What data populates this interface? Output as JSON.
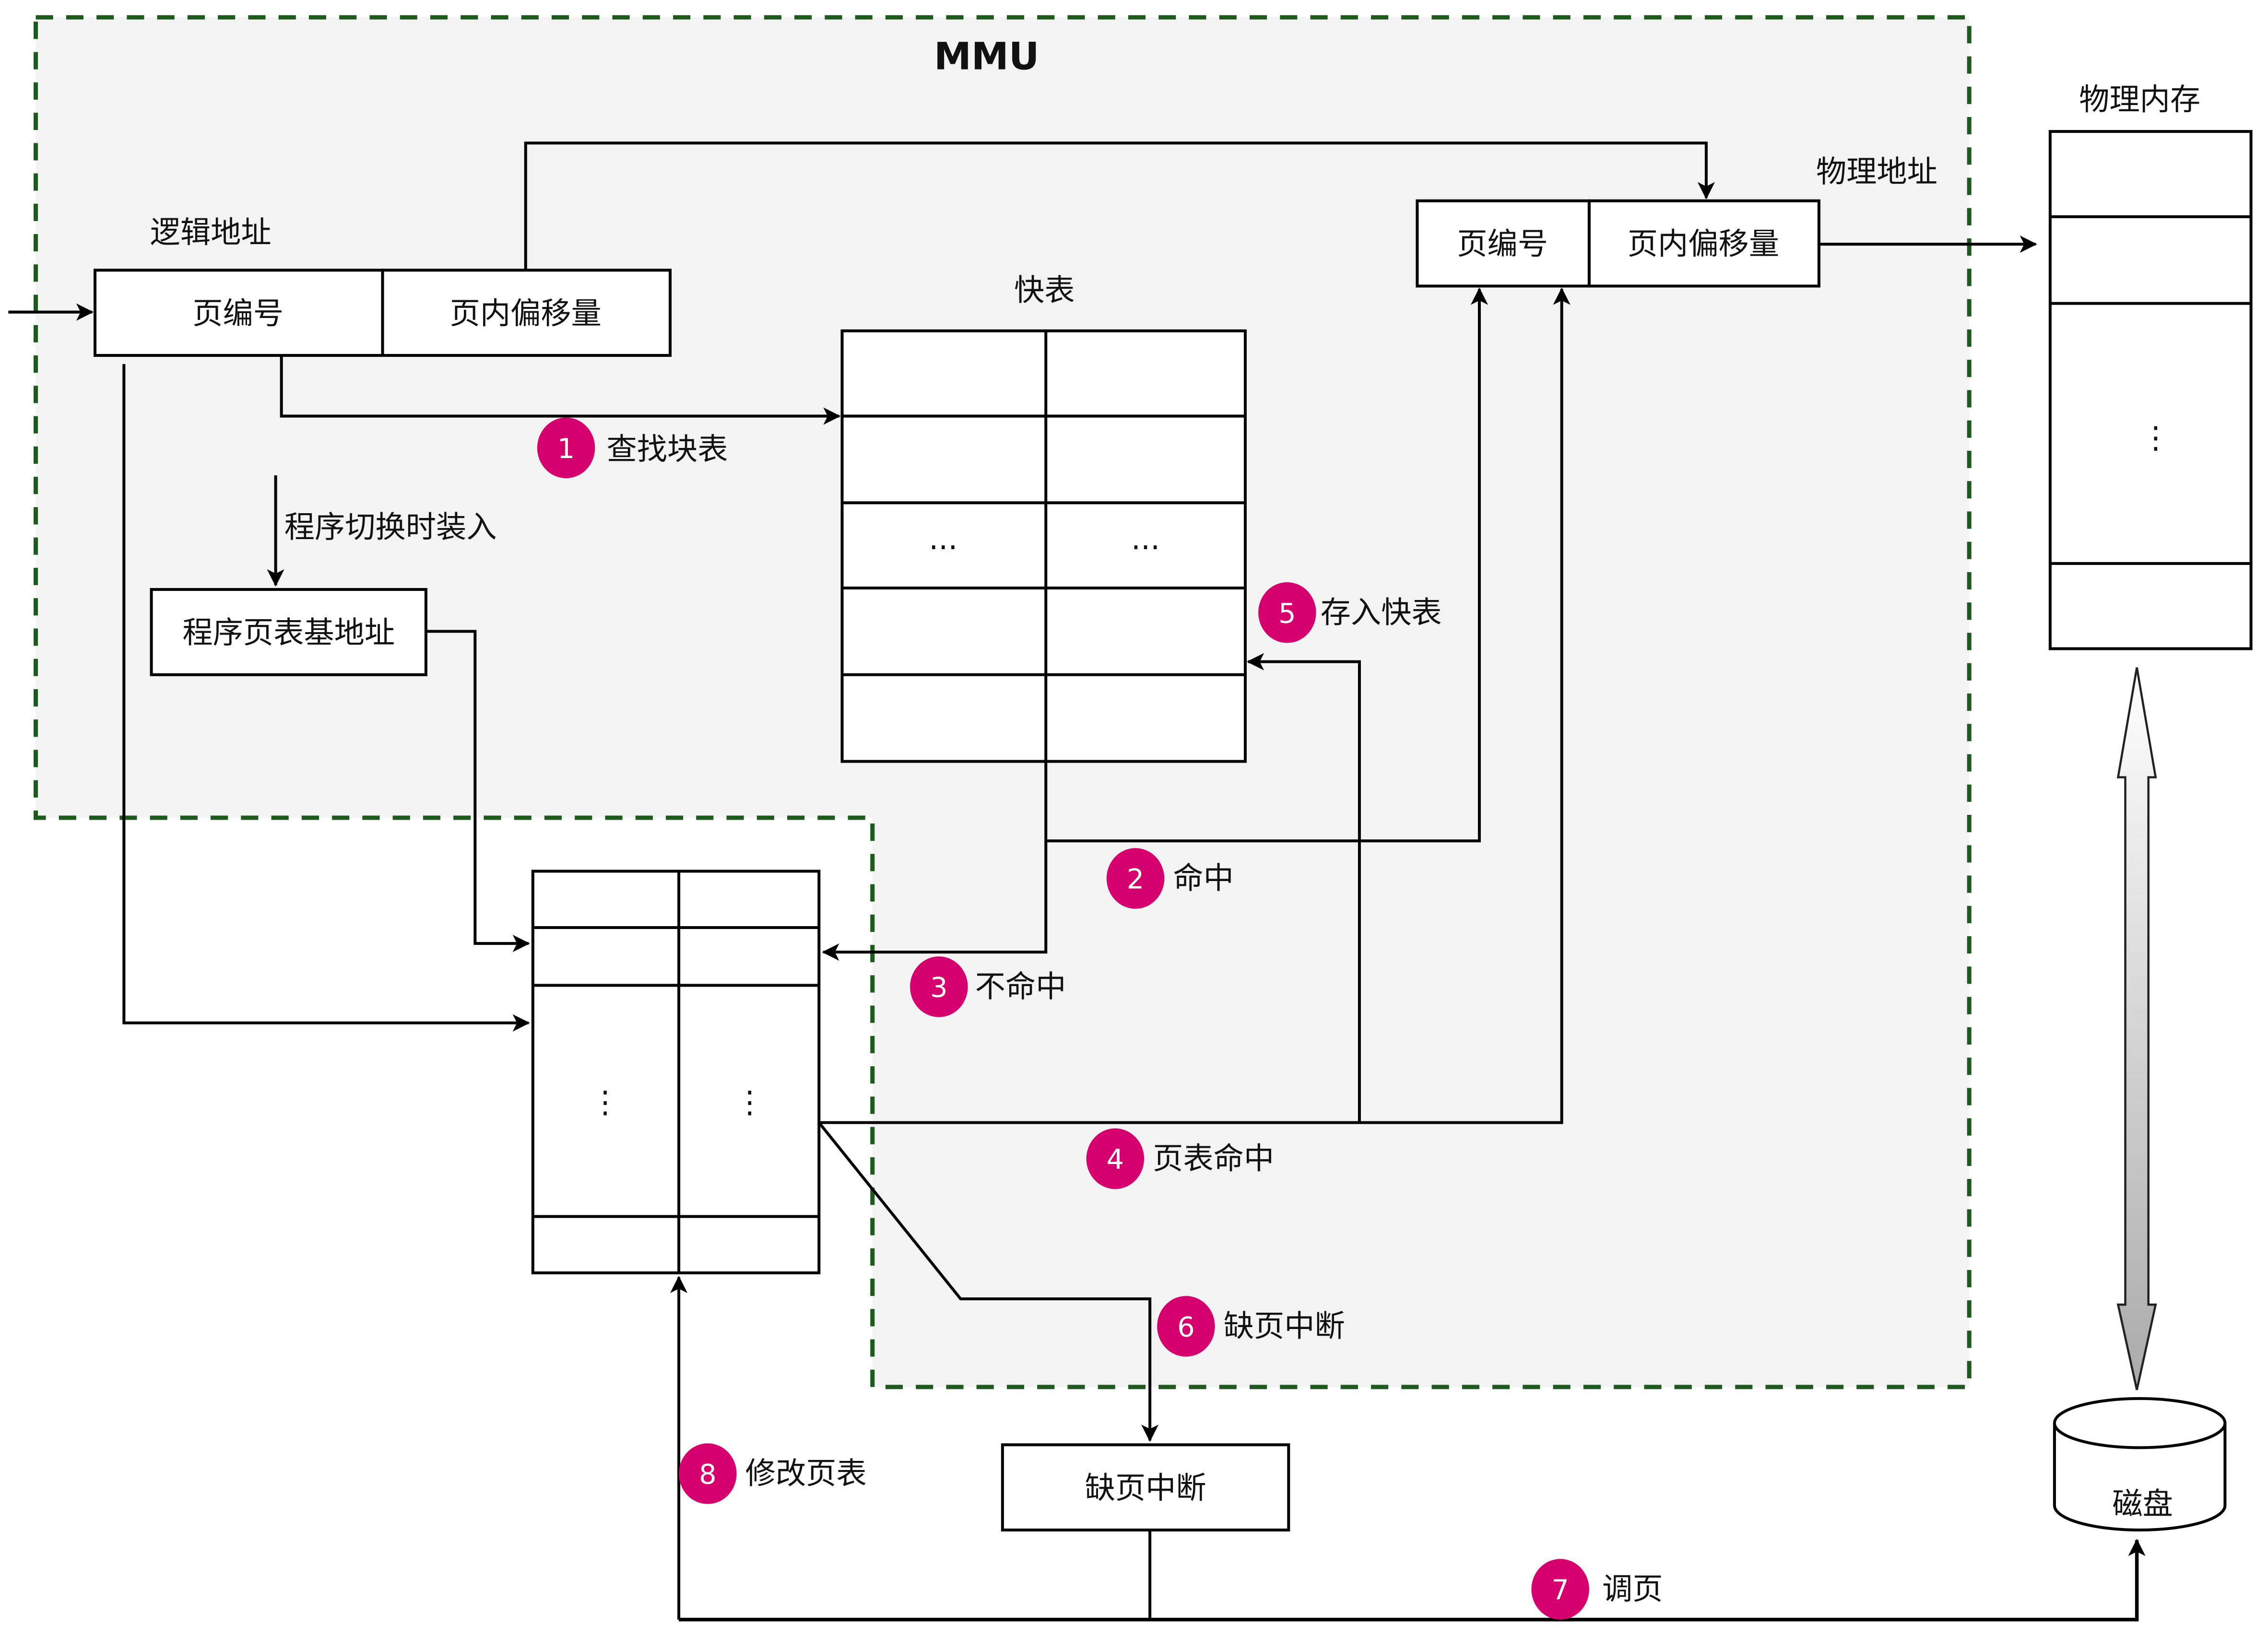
{
  "mmu": {
    "title": "MMU"
  },
  "logical_address": {
    "label": "逻辑地址",
    "page_number": "页编号",
    "page_offset": "页内偏移量"
  },
  "physical_address": {
    "label": "物理地址",
    "page_number": "页编号",
    "page_offset": "页内偏移量"
  },
  "tlb": {
    "label": "快表",
    "ellipsis": "···"
  },
  "page_table_base": {
    "load_note": "程序切换时装入",
    "label": "程序页表基地址"
  },
  "page_table": {
    "ellipsis": "⋮"
  },
  "physical_memory": {
    "label": "物理内存",
    "ellipsis": "⋮"
  },
  "page_fault_box": {
    "label": "缺页中断"
  },
  "disk": {
    "label": "磁盘"
  },
  "steps": [
    {
      "num": "1",
      "label": "查找块表"
    },
    {
      "num": "2",
      "label": "命中"
    },
    {
      "num": "3",
      "label": "不命中"
    },
    {
      "num": "4",
      "label": "页表命中"
    },
    {
      "num": "5",
      "label": "存入快表"
    },
    {
      "num": "6",
      "label": "缺页中断"
    },
    {
      "num": "7",
      "label": "调页"
    },
    {
      "num": "8",
      "label": "修改页表"
    }
  ],
  "colors": {
    "badge": "#d5006d",
    "mmu_border": "#1e5a1e",
    "mmu_fill": "#f3f3f3",
    "line": "#000000"
  }
}
